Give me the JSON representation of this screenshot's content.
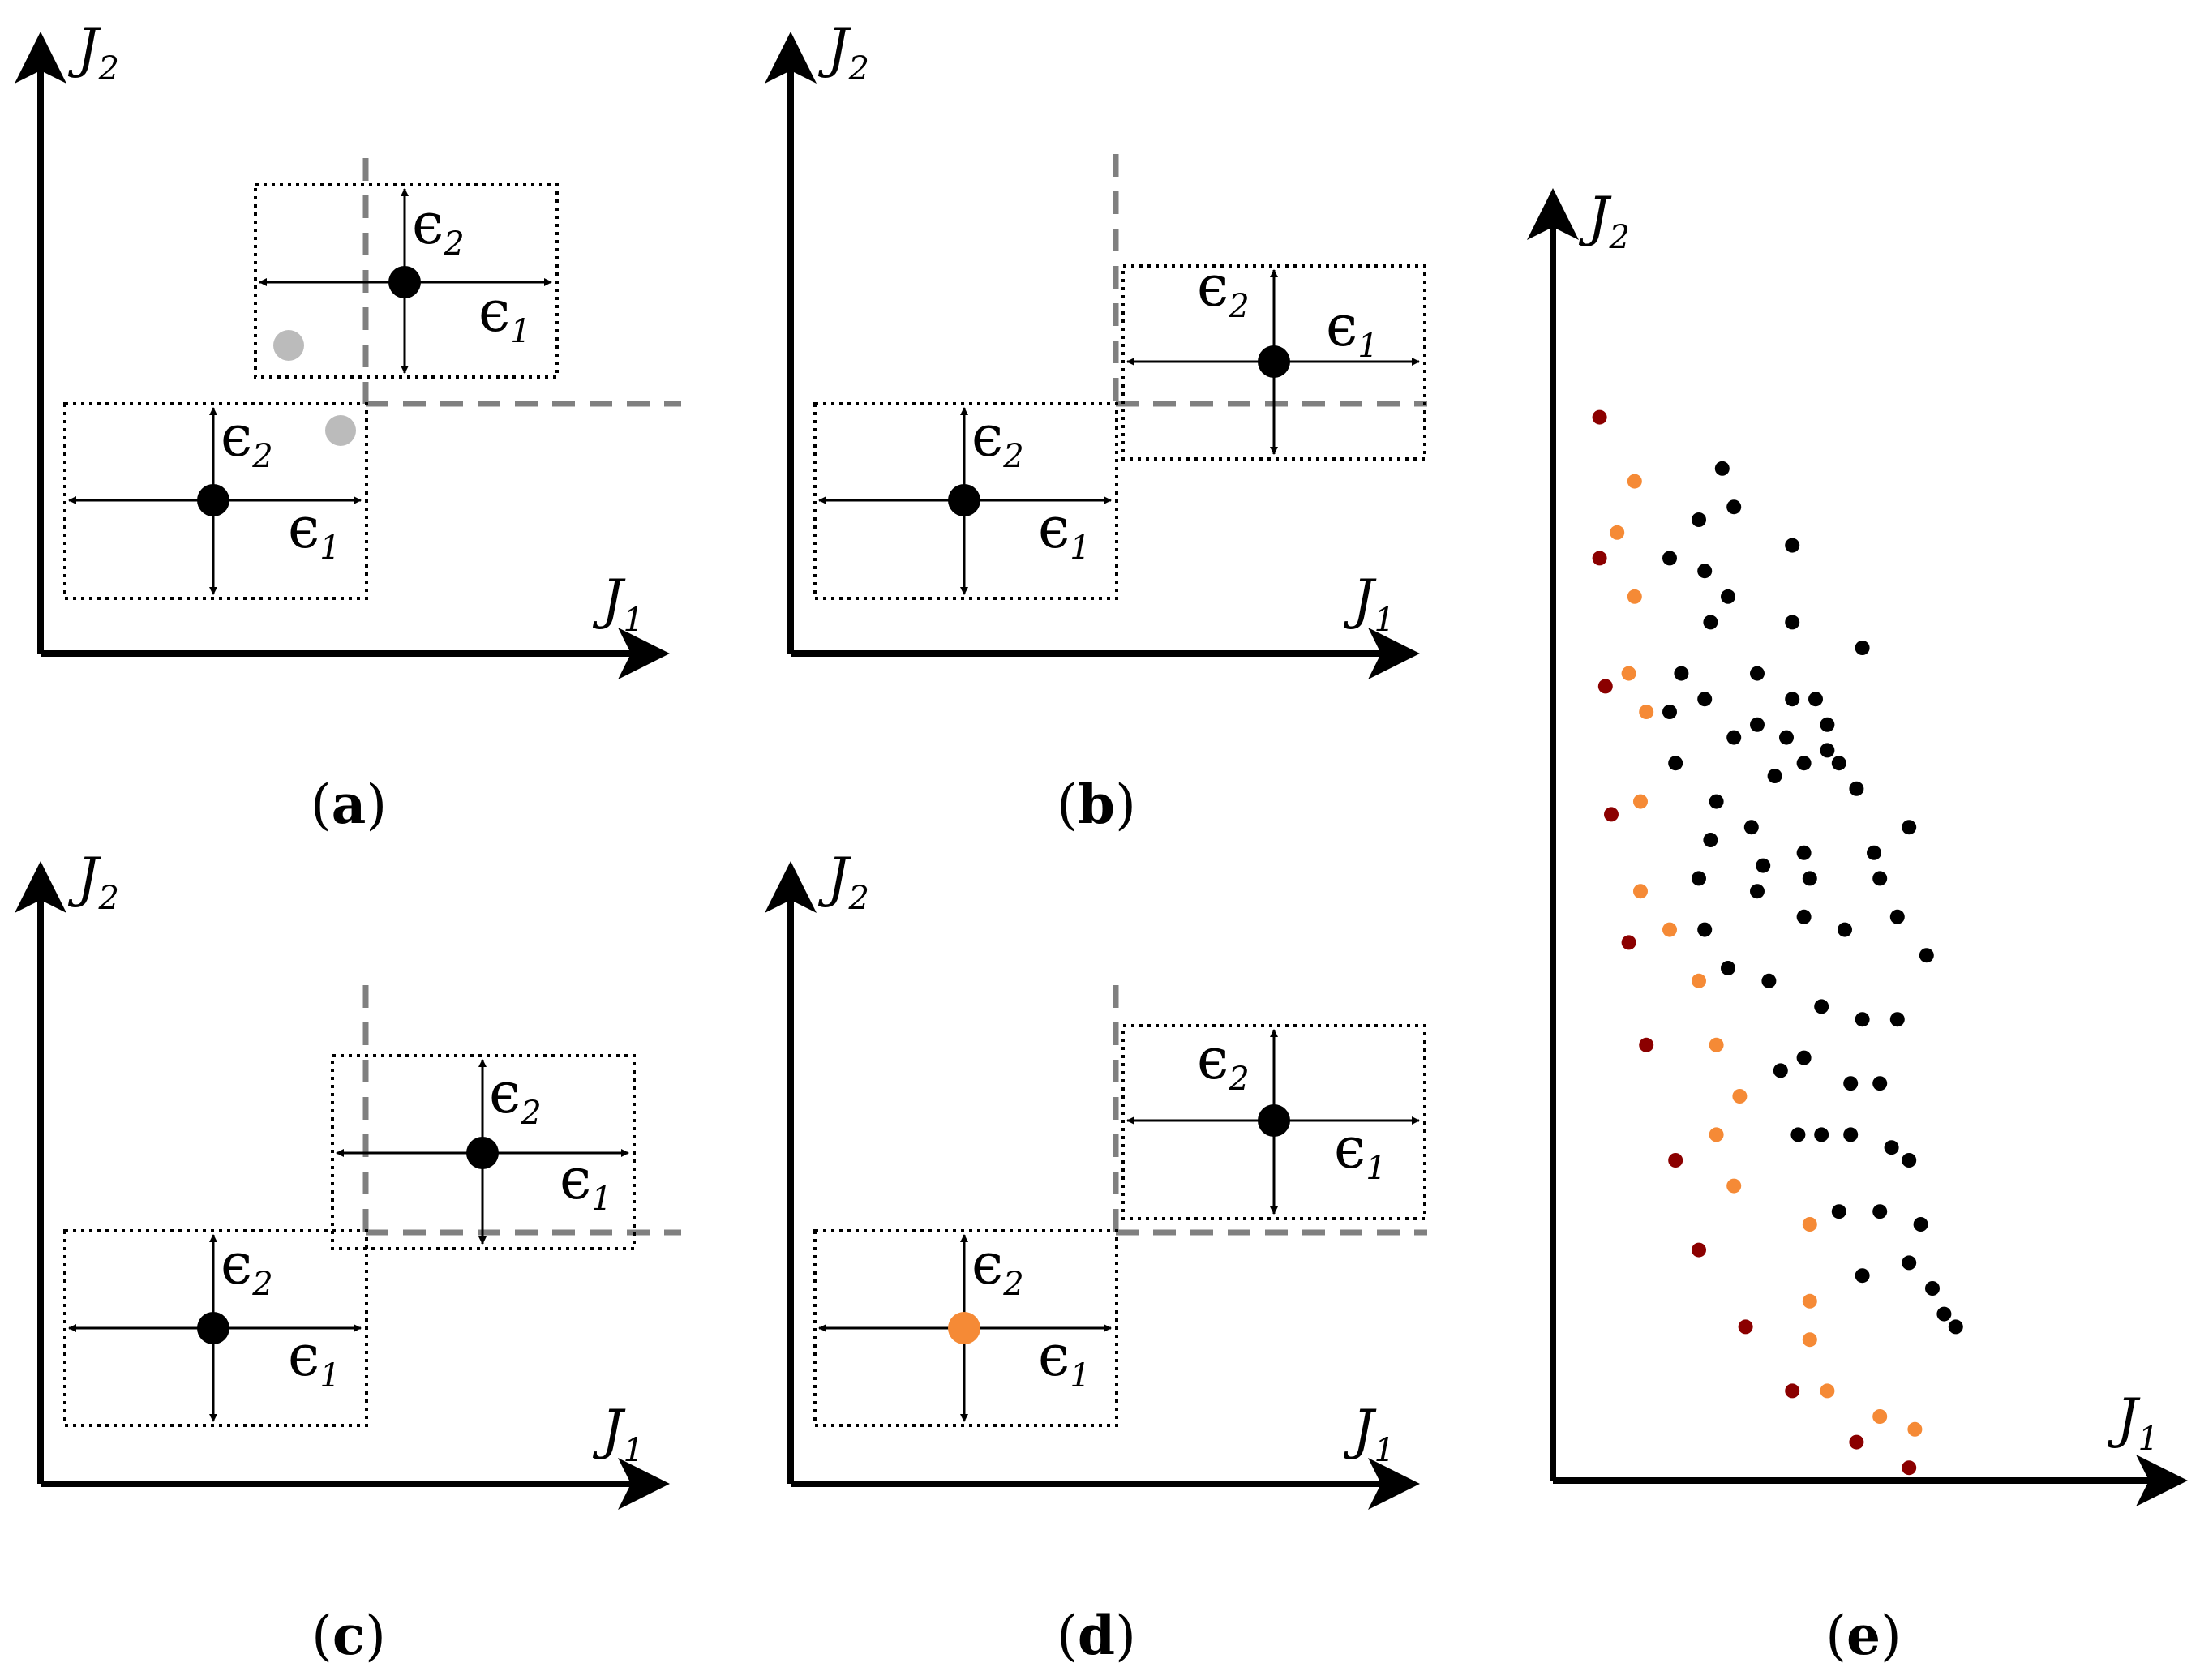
{
  "axis_labels": {
    "x": "J",
    "x_sub": "1",
    "y": "J",
    "y_sub": "2"
  },
  "epsilon_labels": {
    "e1_main": "ϵ",
    "e1_sub": "1",
    "e2_main": "ϵ",
    "e2_sub": "2"
  },
  "panels": [
    {
      "id": "a",
      "caption_open": "(",
      "caption_letter": "a",
      "caption_close": ")"
    },
    {
      "id": "b",
      "caption_open": "(",
      "caption_letter": "b",
      "caption_close": ")"
    },
    {
      "id": "c",
      "caption_open": "(",
      "caption_letter": "c",
      "caption_close": ")"
    },
    {
      "id": "d",
      "caption_open": "(",
      "caption_letter": "d",
      "caption_close": ")"
    },
    {
      "id": "e",
      "caption_open": "(",
      "caption_letter": "e",
      "caption_close": ")"
    }
  ],
  "colors": {
    "point": "#000000",
    "candidate": "#bbbbbb",
    "orange": "#f58a36",
    "dark_red": "#8b0000",
    "dashed_line": "#808080",
    "box": "#000000"
  },
  "scatter_points": {
    "dark_red": [
      [
        0.08,
        0.83
      ],
      [
        0.08,
        0.72
      ],
      [
        0.09,
        0.62
      ],
      [
        0.1,
        0.52
      ],
      [
        0.13,
        0.42
      ],
      [
        0.16,
        0.34
      ],
      [
        0.21,
        0.25
      ],
      [
        0.25,
        0.18
      ],
      [
        0.33,
        0.12
      ],
      [
        0.41,
        0.07
      ],
      [
        0.52,
        0.03
      ],
      [
        0.61,
        0.01
      ]
    ],
    "orange": [
      [
        0.14,
        0.78
      ],
      [
        0.11,
        0.74
      ],
      [
        0.14,
        0.69
      ],
      [
        0.13,
        0.63
      ],
      [
        0.16,
        0.6
      ],
      [
        0.15,
        0.53
      ],
      [
        0.15,
        0.46
      ],
      [
        0.2,
        0.43
      ],
      [
        0.25,
        0.39
      ],
      [
        0.28,
        0.34
      ],
      [
        0.28,
        0.27
      ],
      [
        0.31,
        0.23
      ],
      [
        0.32,
        0.3
      ],
      [
        0.44,
        0.2
      ],
      [
        0.44,
        0.14
      ],
      [
        0.44,
        0.11
      ],
      [
        0.47,
        0.07
      ],
      [
        0.56,
        0.05
      ],
      [
        0.62,
        0.04
      ]
    ]
  },
  "scatter_black": [
    [
      0.29,
      0.79
    ],
    [
      0.25,
      0.75
    ],
    [
      0.31,
      0.76
    ],
    [
      0.2,
      0.72
    ],
    [
      0.26,
      0.71
    ],
    [
      0.41,
      0.73
    ],
    [
      0.3,
      0.69
    ],
    [
      0.41,
      0.67
    ],
    [
      0.27,
      0.67
    ],
    [
      0.22,
      0.63
    ],
    [
      0.35,
      0.63
    ],
    [
      0.41,
      0.61
    ],
    [
      0.53,
      0.65
    ],
    [
      0.45,
      0.61
    ],
    [
      0.2,
      0.6
    ],
    [
      0.26,
      0.61
    ],
    [
      0.35,
      0.59
    ],
    [
      0.31,
      0.58
    ],
    [
      0.4,
      0.58
    ],
    [
      0.47,
      0.57
    ],
    [
      0.47,
      0.59
    ],
    [
      0.21,
      0.56
    ],
    [
      0.28,
      0.53
    ],
    [
      0.43,
      0.56
    ],
    [
      0.38,
      0.55
    ],
    [
      0.49,
      0.56
    ],
    [
      0.52,
      0.54
    ],
    [
      0.27,
      0.5
    ],
    [
      0.34,
      0.51
    ],
    [
      0.43,
      0.49
    ],
    [
      0.36,
      0.48
    ],
    [
      0.44,
      0.47
    ],
    [
      0.61,
      0.51
    ],
    [
      0.55,
      0.49
    ],
    [
      0.25,
      0.47
    ],
    [
      0.35,
      0.46
    ],
    [
      0.43,
      0.44
    ],
    [
      0.56,
      0.47
    ],
    [
      0.26,
      0.43
    ],
    [
      0.5,
      0.43
    ],
    [
      0.59,
      0.44
    ],
    [
      0.64,
      0.41
    ],
    [
      0.37,
      0.39
    ],
    [
      0.46,
      0.37
    ],
    [
      0.53,
      0.36
    ],
    [
      0.3,
      0.4
    ],
    [
      0.59,
      0.36
    ],
    [
      0.43,
      0.33
    ],
    [
      0.39,
      0.32
    ],
    [
      0.51,
      0.31
    ],
    [
      0.56,
      0.31
    ],
    [
      0.46,
      0.27
    ],
    [
      0.51,
      0.27
    ],
    [
      0.58,
      0.26
    ],
    [
      0.61,
      0.25
    ],
    [
      0.42,
      0.27
    ],
    [
      0.49,
      0.21
    ],
    [
      0.56,
      0.21
    ],
    [
      0.63,
      0.2
    ],
    [
      0.53,
      0.16
    ],
    [
      0.61,
      0.17
    ],
    [
      0.65,
      0.15
    ],
    [
      0.67,
      0.13
    ],
    [
      0.69,
      0.12
    ]
  ]
}
